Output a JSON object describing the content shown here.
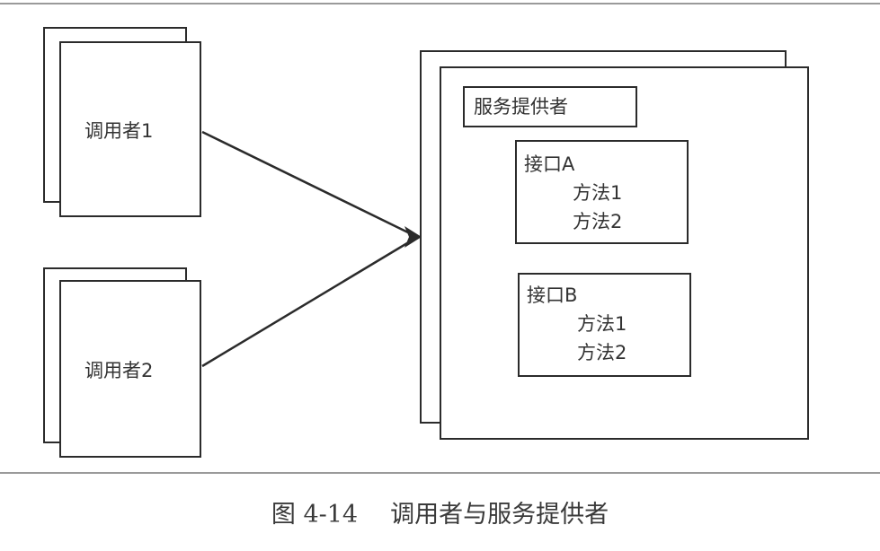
{
  "diagram": {
    "caller1": {
      "label": "调用者1"
    },
    "caller2": {
      "label": "调用者2"
    },
    "provider": {
      "title": "服务提供者",
      "interface_a": {
        "name": "接口A",
        "methods": [
          "方法1",
          "方法2"
        ]
      },
      "interface_b": {
        "name": "接口B",
        "methods": [
          "方法1",
          "方法2"
        ]
      }
    }
  },
  "caption": {
    "number": "图 4-14",
    "text": "调用者与服务提供者"
  },
  "colors": {
    "line": "#2b2b2b",
    "rule": "#9a9a9a"
  }
}
